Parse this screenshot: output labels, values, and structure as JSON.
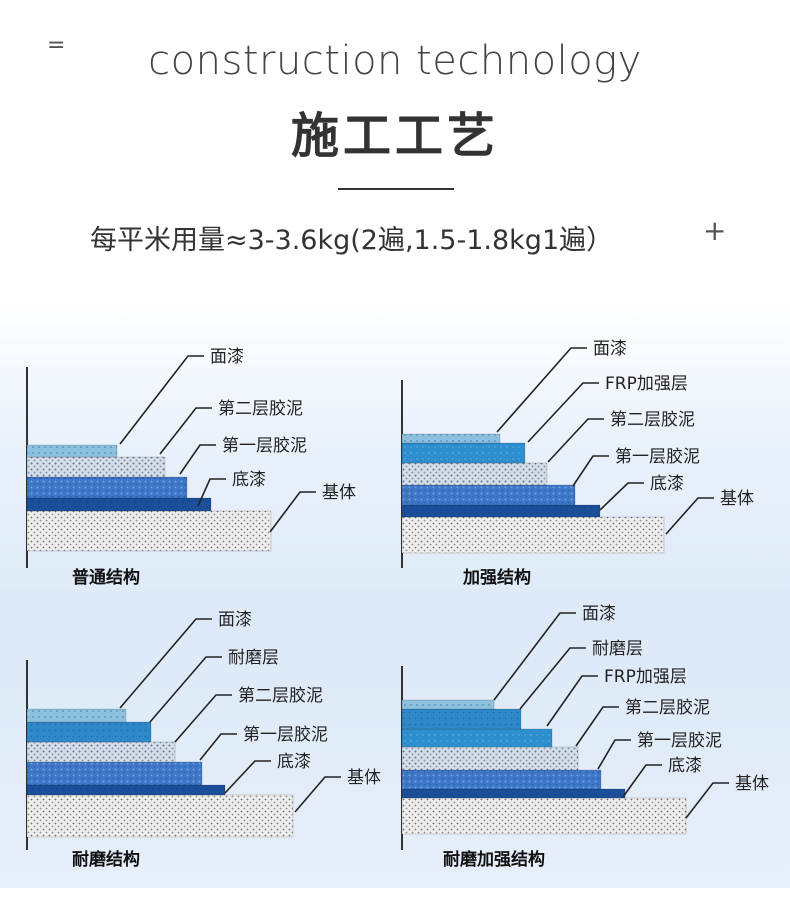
{
  "header": {
    "menu_glyph": "=",
    "en_title": "construction technology",
    "zh_title": "施工工艺",
    "usage": "每平米用量≈3-3.6kg(2遍,1.5-1.8kg1遍）",
    "plus_glyph": "+"
  },
  "colors": {
    "base_fill": "#efefef",
    "primer": "#1b4f9a",
    "putty": "#3f78c9",
    "putty_light": "#cfdbea",
    "topcoat": "#5aa7d6",
    "frp": "#2e8fcf",
    "wear": "#2f88c8"
  },
  "panels": [
    {
      "caption": "普通结构",
      "layers": [
        {
          "name": "基体",
          "label": "基体",
          "pattern": "base"
        },
        {
          "name": "底漆",
          "label": "底漆",
          "pattern": "primer"
        },
        {
          "name": "第一层胶泥",
          "label": "第一层胶泥",
          "pattern": "putty"
        },
        {
          "name": "第二层胶泥",
          "label": "第二层胶泥",
          "pattern": "putty_light"
        },
        {
          "name": "面漆",
          "label": "面漆",
          "pattern": "topcoat"
        }
      ]
    },
    {
      "caption": "加强结构",
      "layers": [
        {
          "name": "基体",
          "label": "基体",
          "pattern": "base"
        },
        {
          "name": "底漆",
          "label": "底漆",
          "pattern": "primer"
        },
        {
          "name": "第一层胶泥",
          "label": "第一层胶泥",
          "pattern": "putty"
        },
        {
          "name": "第二层胶泥",
          "label": "第二层胶泥",
          "pattern": "putty_light"
        },
        {
          "name": "FRP加强层",
          "label": "FRP加强层",
          "pattern": "frp"
        },
        {
          "name": "面漆",
          "label": "面漆",
          "pattern": "topcoat"
        }
      ]
    },
    {
      "caption": "耐磨结构",
      "layers": [
        {
          "name": "基体",
          "label": "基体",
          "pattern": "base"
        },
        {
          "name": "底漆",
          "label": "底漆",
          "pattern": "primer"
        },
        {
          "name": "第一层胶泥",
          "label": "第一层胶泥",
          "pattern": "putty"
        },
        {
          "name": "第二层胶泥",
          "label": "第二层胶泥",
          "pattern": "putty_light"
        },
        {
          "name": "耐磨层",
          "label": "耐磨层",
          "pattern": "wear"
        },
        {
          "name": "面漆",
          "label": "面漆",
          "pattern": "topcoat"
        }
      ]
    },
    {
      "caption": "耐磨加强结构",
      "layers": [
        {
          "name": "基体",
          "label": "基体",
          "pattern": "base"
        },
        {
          "name": "底漆",
          "label": "底漆",
          "pattern": "primer"
        },
        {
          "name": "第一层胶泥",
          "label": "第一层胶泥",
          "pattern": "putty"
        },
        {
          "name": "第二层胶泥",
          "label": "第二层胶泥",
          "pattern": "putty_light"
        },
        {
          "name": "FRP加强层",
          "label": "FRP加强层",
          "pattern": "frp"
        },
        {
          "name": "耐磨层",
          "label": "耐磨层",
          "pattern": "wear"
        },
        {
          "name": "面漆",
          "label": "面漆",
          "pattern": "topcoat"
        }
      ]
    }
  ]
}
